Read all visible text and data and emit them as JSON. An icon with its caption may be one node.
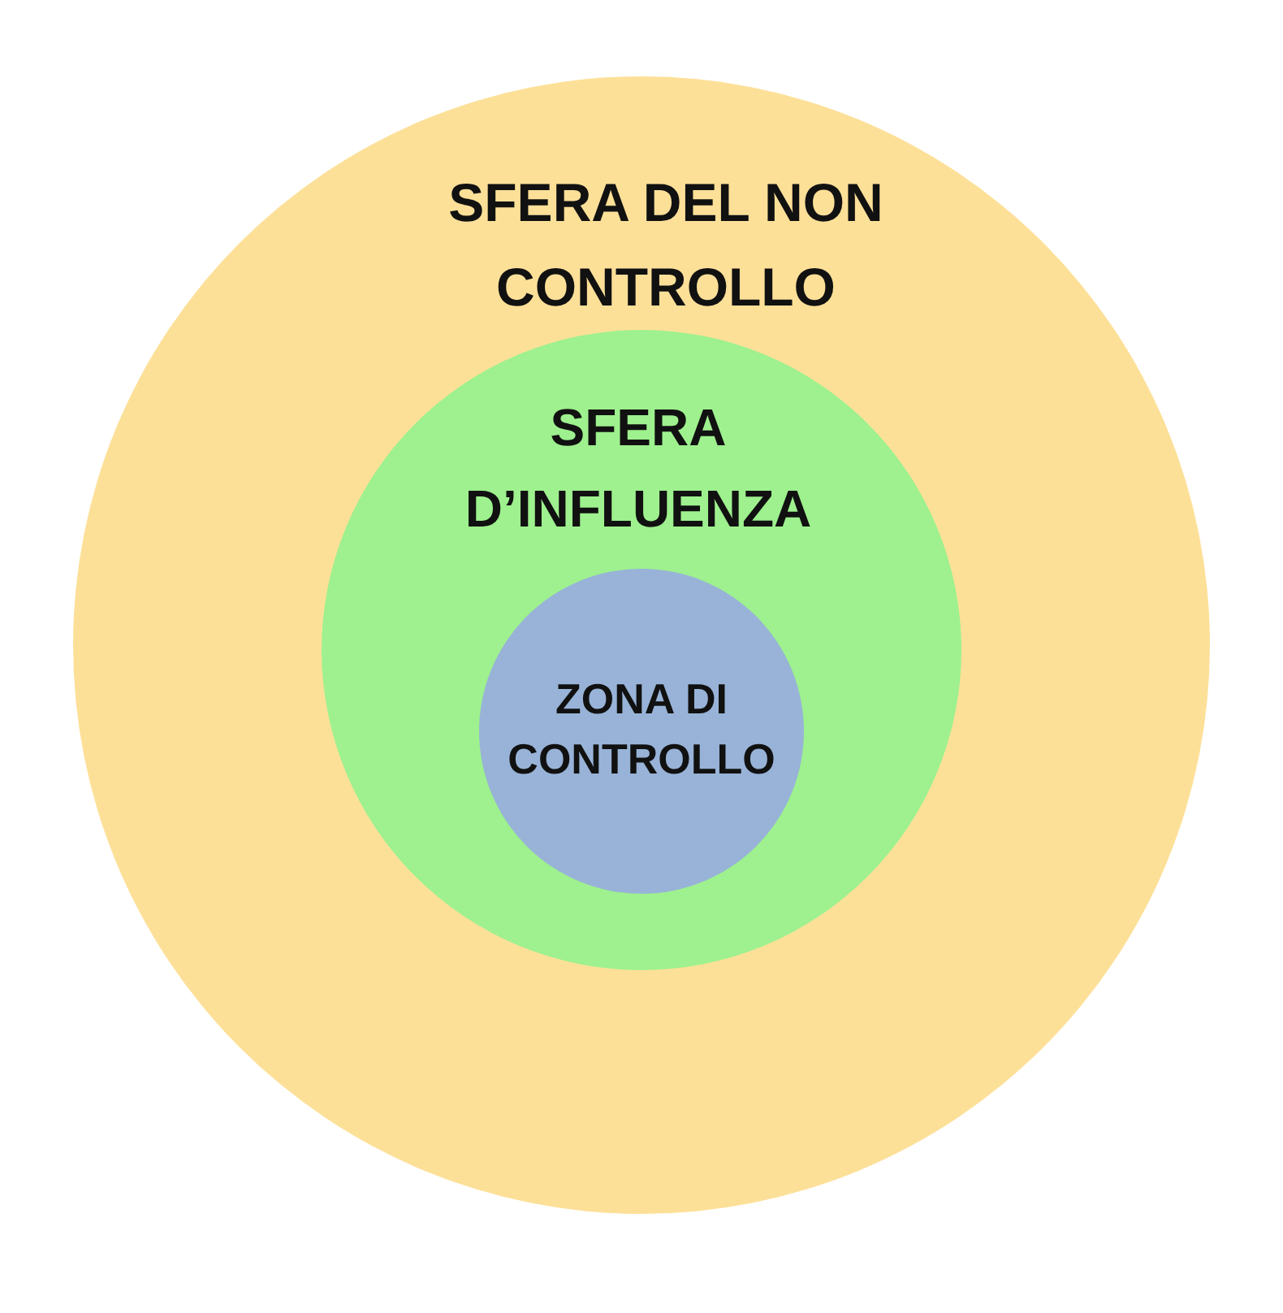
{
  "diagram": {
    "nodes": [
      {
        "text": [
          "SFERA DEL NON CONTROLLO"
        ]
      },
      {
        "text": [
          "SFERA D’INFLUENZA"
        ],
        "in": 0
      },
      {
        "text": [
          "ZONA DI CONTROLLO"
        ],
        "in": 1
      }
    ]
  }
}
